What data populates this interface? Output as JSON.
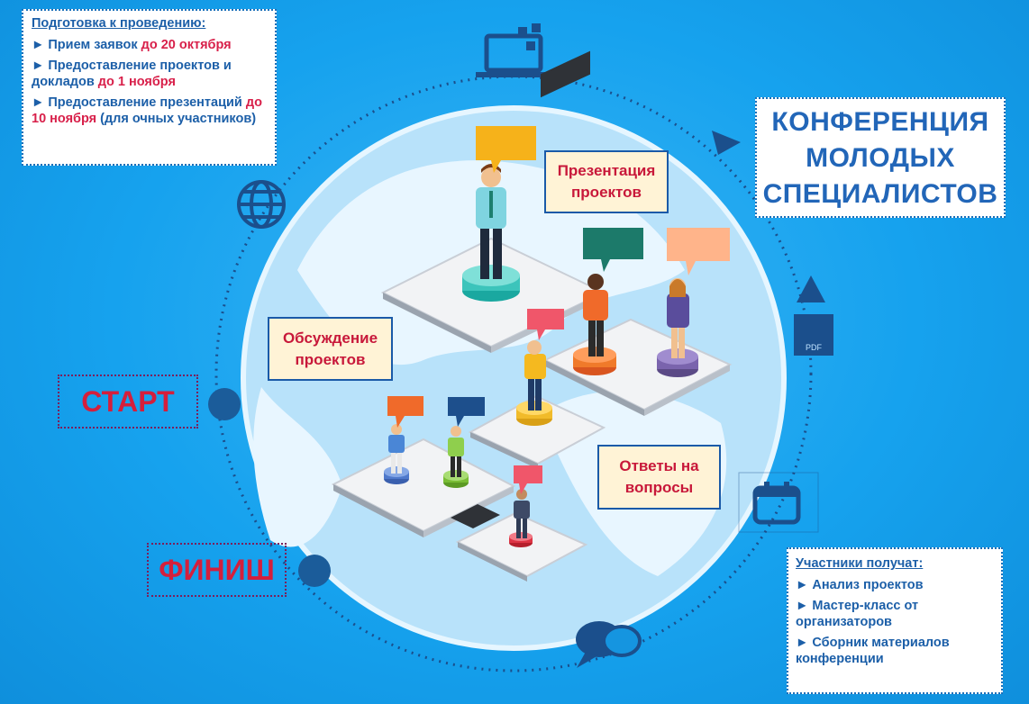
{
  "preparation": {
    "heading": "Подготовка к проведению:",
    "items": [
      {
        "prefix": "► Прием заявок ",
        "highlight": "до 20 октября",
        "suffix": ""
      },
      {
        "prefix": "► Предоставление проектов и докладов ",
        "highlight": "до 1 ноября",
        "suffix": ""
      },
      {
        "prefix": "► Предоставление презентаций ",
        "highlight": "до 10 ноября",
        "suffix": " (для очных участников)"
      }
    ]
  },
  "title_lines": [
    "КОНФЕРЕНЦИЯ",
    "МОЛОДЫХ",
    "СПЕЦИАЛИСТОВ"
  ],
  "stages": {
    "presentation": "Презентация проектов",
    "discussion": "Обсуждение проектов",
    "answers": "Ответы на вопросы"
  },
  "start_label": "СТАРТ",
  "finish_label": "ФИНИШ",
  "results": {
    "heading": "Участники получат:",
    "items": [
      "► Анализ проектов",
      "► Мастер-класс от организаторов",
      "► Сборник материалов конференции"
    ]
  },
  "pdf_icon_text": "PDF",
  "colors": {
    "background": "#16a2ee",
    "accent_red": "#d8204a",
    "text_blue": "#1c5fa8",
    "label_bg": "#fff3d6"
  }
}
